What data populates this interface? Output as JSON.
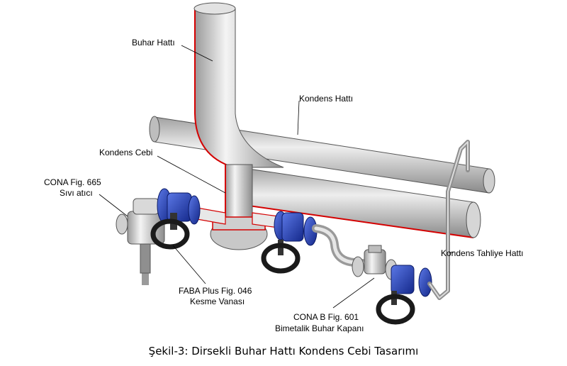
{
  "labels": {
    "steam_line": "Buhar Hattı",
    "condensate_line": "Kondens Hattı",
    "condensate_pocket": "Kondens Cebi",
    "liquid_drain_1": "CONA Fig. 665",
    "liquid_drain_2": "Sıvı atıcı",
    "valve_1": "FABA Plus Fig. 046",
    "valve_2": "Kesme Vanası",
    "trap_1": "CONA B Fig. 601",
    "trap_2": "Bimetalik Buhar Kapanı",
    "drain_line": "Kondens Tahliye Hattı"
  },
  "caption": "Şekil-3: Dirsekli Buhar Hattı Kondens Cebi Tasarımı",
  "colors": {
    "pipe": "#d2d2d2",
    "pipe_edge": "#555555",
    "accent_red": "#d40000",
    "valve_blue": "#1f3fbf",
    "handwheel": "#1a1a1a"
  }
}
